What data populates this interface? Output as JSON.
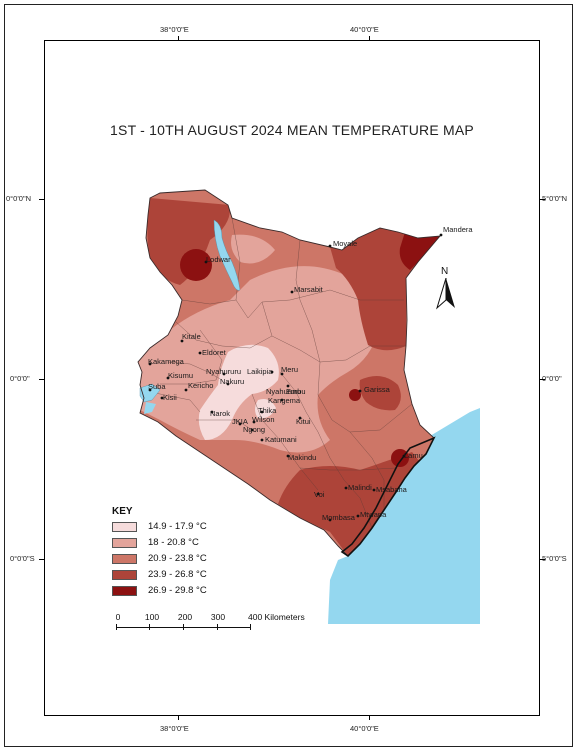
{
  "title": "1ST - 10TH AUGUST 2024 MEAN TEMPERATURE MAP",
  "graticule": {
    "top_lon": [
      "38°0'0\"E",
      "40°0'0\"E"
    ],
    "bottom_lon": [
      "38°0'0\"E",
      "40°0'0\"E"
    ],
    "left_lat": [
      "0°0'0\"N",
      "0°0'0\"",
      "0°0'0\"S"
    ],
    "right_lat": [
      "5°0'0\"N",
      "0°0'0\"",
      "5°0'0\"S"
    ]
  },
  "north_arrow": {
    "label": "N"
  },
  "key": {
    "title": "KEY",
    "items": [
      {
        "label": "14.9 - 17.9 °C",
        "color": "#f6dcdc"
      },
      {
        "label": "18 - 20.8 °C",
        "color": "#e3a49b"
      },
      {
        "label": "20.9 - 23.8 °C",
        "color": "#cd7667"
      },
      {
        "label": "23.9 - 26.8 °C",
        "color": "#ad4439"
      },
      {
        "label": "26.9 - 29.8 °C",
        "color": "#8c1111"
      }
    ]
  },
  "scale_bar": {
    "labels": [
      "0",
      "100",
      "200",
      "300",
      "400 Kilometers"
    ]
  },
  "places": [
    "Mandera",
    "Moyale",
    "Lodwar",
    "Marsabit",
    "Kitale",
    "Eldoret",
    "Kakamega",
    "Kisumu",
    "Kericho",
    "Nyahururu",
    "Nakuru",
    "Laikipia",
    "Meru",
    "Embu",
    "Nyahururu",
    "Garissa",
    "Suba",
    "Kisii",
    "Narok",
    "Kangema",
    "Thika",
    "JKIA",
    "Wilson",
    "Ngong",
    "Kitui",
    "Katumani",
    "Makindu",
    "Lamu",
    "Voi",
    "Malindi",
    "Msabaha",
    "Mombasa",
    "Mtwapa"
  ],
  "colors": {
    "water": "#94d7ef",
    "boundary": "#3a2a2a"
  }
}
